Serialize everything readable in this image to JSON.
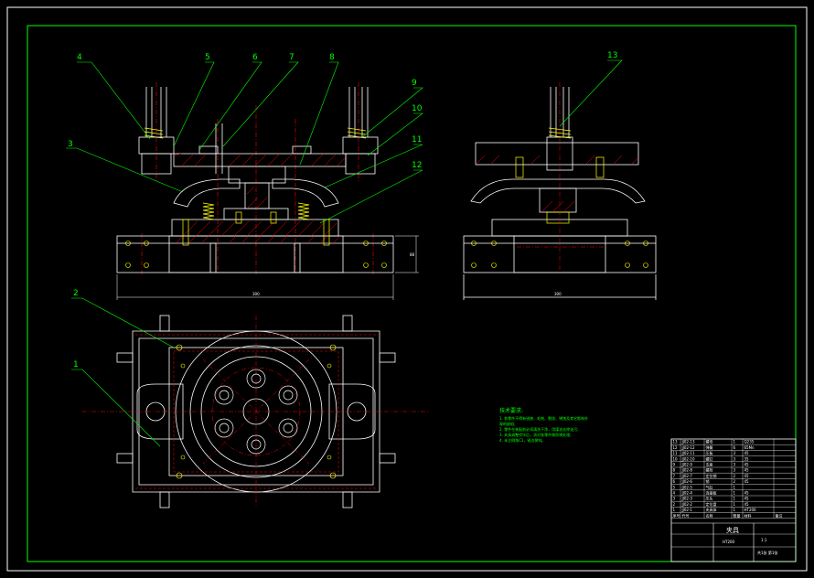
{
  "drawing": {
    "colors": {
      "background": "#000000",
      "frame": "#00ff00",
      "part": "#ffffff",
      "center": "#ff0000",
      "hatch": "#ff0000",
      "spring": "#ffff00",
      "leader": "#00ff00",
      "dim": "#ffffff",
      "bolt": "#ffff00"
    },
    "balloons": [
      "1",
      "2",
      "3",
      "4",
      "5",
      "6",
      "7",
      "8",
      "9",
      "10",
      "11",
      "12",
      "13"
    ],
    "dimensions": {
      "front_height": "88",
      "front_width": "300",
      "side_width": "300"
    },
    "notes": {
      "title": "技术要求:",
      "lines": [
        "1. 各零件不得有锐棱、毛刺、裂纹、锈蚀及其它影响外",
        "   观的缺陷;",
        "2. 零件在装配前必须清洗干净，用煤油去除油污;",
        "3. 夹具调整完毕后，须对各零件做防锈处理;",
        "4. 未注倒角C1，锐边倒钝。"
      ]
    },
    "title_block": {
      "name": "夹具",
      "bom_rows": [
        [
          "13",
          "JJ02-13",
          "螺母",
          "1",
          "Q235",
          ""
        ],
        [
          "12",
          "JJ02-12",
          "弹簧",
          "6",
          "65Mn",
          ""
        ],
        [
          "11",
          "JJ02-11",
          "压板",
          "3",
          "45",
          ""
        ],
        [
          "10",
          "JJ02-10",
          "螺钉",
          "3",
          "35",
          ""
        ],
        [
          "9",
          "JJ02-9",
          "支座",
          "3",
          "45",
          ""
        ],
        [
          "8",
          "JJ02-8",
          "螺栓",
          "3",
          "45",
          ""
        ],
        [
          "7",
          "JJ02-7",
          "定位销",
          "2",
          "45",
          ""
        ],
        [
          "6",
          "JJ02-6",
          "销",
          "2",
          "45",
          ""
        ],
        [
          "5",
          "JJ02-5",
          "气缸",
          "1",
          "",
          ""
        ],
        [
          "4",
          "JJ02-4",
          "连接板",
          "1",
          "45",
          ""
        ],
        [
          "3",
          "JJ02-3",
          "压头",
          "1",
          "45",
          ""
        ],
        [
          "2",
          "JJ02-2",
          "定位盘",
          "1",
          "45",
          ""
        ],
        [
          "1",
          "JJ02-1",
          "夹具体",
          "1",
          "HT200",
          ""
        ]
      ],
      "header": [
        "序号",
        "代号",
        "名称",
        "数量",
        "材料",
        "备注"
      ],
      "scale": "1:1",
      "material": "HT200",
      "sheet": "共1张 第1张"
    }
  }
}
